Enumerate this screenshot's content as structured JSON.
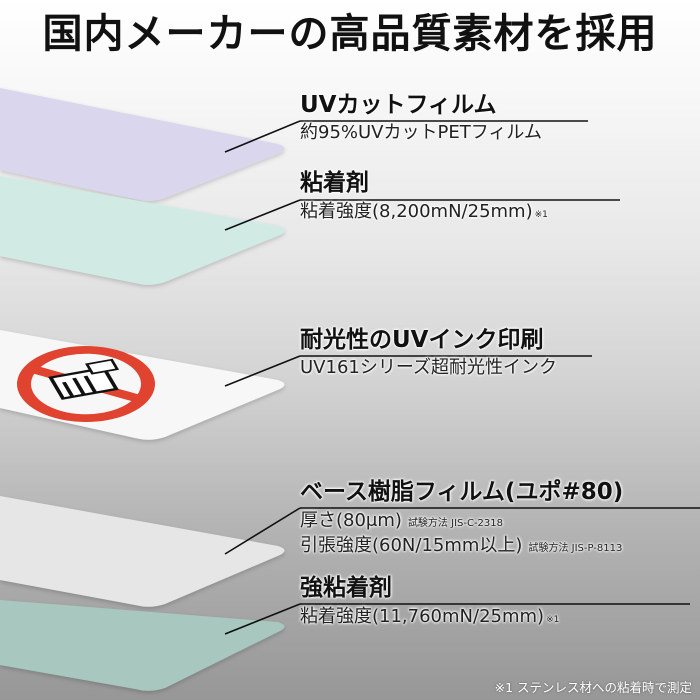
{
  "title": "国内メーカーの高品質素材を採用",
  "colors": {
    "uv_film": "#d9d6ee",
    "adhesive": "#d1ebe4",
    "print_layer": "#f7f7f7",
    "base_film": "#e6e6e6",
    "strong_adhesive": "#a7c7bf",
    "prohibit_red": "#e0432f"
  },
  "layers": [
    {
      "name": "UVカットフィルム",
      "details": [
        "約95%UVカットPETフィルム"
      ]
    },
    {
      "name": "粘着剤",
      "details": [
        "粘着強度(8,200mN/25mm)"
      ],
      "note": "※1"
    },
    {
      "name": "耐光性のUVインク印刷",
      "details": [
        "UV161シリーズ超耐光性インク"
      ],
      "icon": "no-touch-prohibition-icon"
    },
    {
      "name": "ベース樹脂フィルム(ユポ#80)",
      "details": [
        "厚さ(80μm)",
        "引張強度(60N/15mm以上)"
      ],
      "methods": [
        "試験方法 JIS-C-2318",
        "試験方法 JIS-P-8113"
      ]
    },
    {
      "name": "強粘着剤",
      "details": [
        "粘着強度(11,760mN/25mm)"
      ],
      "note": "※1"
    }
  ],
  "footnote": "※1 ステンレス材への粘着時で測定"
}
